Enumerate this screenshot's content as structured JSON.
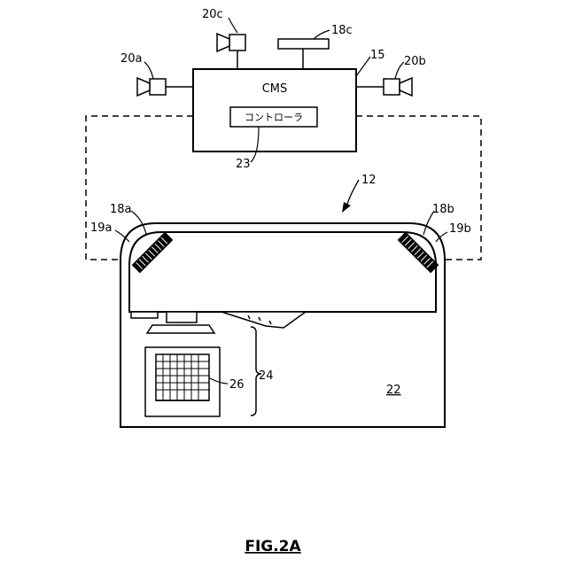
{
  "labels": {
    "cms": "CMS",
    "controller": "コントローラ",
    "ref_15": "15",
    "ref_18a": "18a",
    "ref_18b": "18b",
    "ref_18c": "18c",
    "ref_19a": "19a",
    "ref_19b": "19b",
    "ref_20a": "20a",
    "ref_20b": "20b",
    "ref_20c": "20c",
    "ref_12": "12",
    "ref_22": "22",
    "ref_23": "23",
    "ref_24": "24",
    "ref_26": "26"
  },
  "caption": "FIG.2A"
}
